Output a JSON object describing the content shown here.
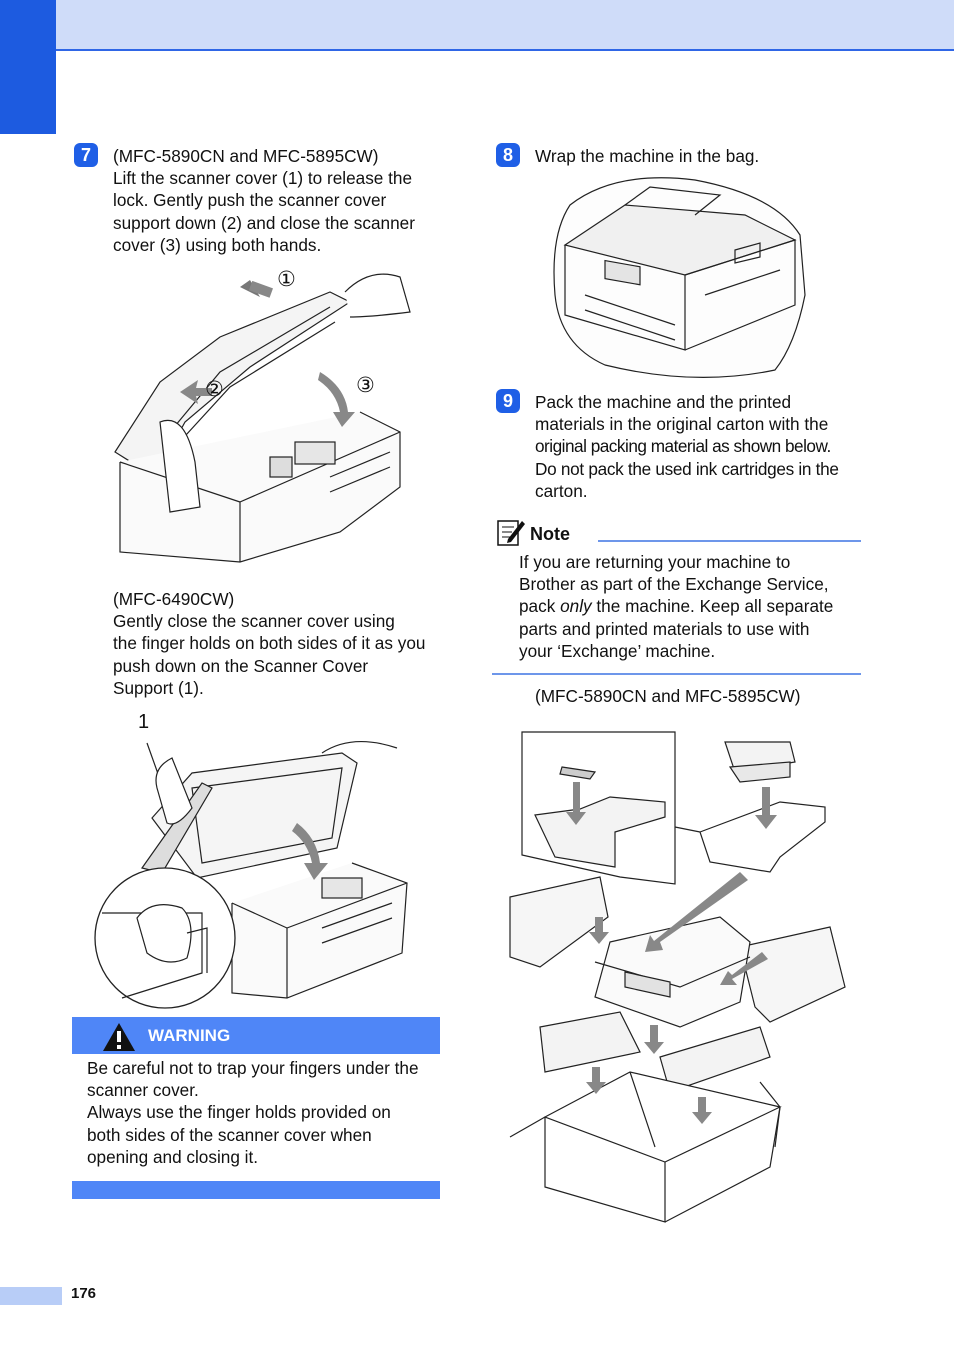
{
  "page_number": "176",
  "steps": {
    "s7": {
      "badge": "7",
      "lines": [
        "(MFC-5890CN and MFC-5895CW)",
        "Lift the scanner cover (1) to release the",
        "lock. Gently push the scanner cover",
        "support down (2) and close the scanner",
        "cover (3) using both hands."
      ],
      "callouts": [
        "①",
        "②",
        "③"
      ],
      "sub_lines": [
        "(MFC-6490CW)",
        "Gently close the scanner cover using",
        "the finger holds on both sides of it as you",
        "push down on the Scanner Cover",
        "Support (1)."
      ],
      "sub_callout": "1"
    },
    "s8": {
      "badge": "8",
      "lines": [
        "Wrap the machine in the bag."
      ]
    },
    "s9": {
      "badge": "9",
      "lines": [
        "Pack the machine and the printed",
        "materials in the original carton with the",
        "original packing material as shown below.",
        "Do not pack the used ink cartridges in the",
        "carton."
      ]
    }
  },
  "warning": {
    "label": "WARNING",
    "lines": [
      "Be careful not to trap your fingers under the",
      "scanner cover.",
      "Always use the finger holds provided on",
      "both sides of the scanner cover when",
      "opening and closing it."
    ]
  },
  "note": {
    "title": "Note",
    "lines": [
      [
        "If you are returning your machine to",
        ""
      ],
      [
        "Brother as part of the Exchange Service,",
        ""
      ],
      [
        "pack ",
        "only",
        " the machine. Keep all separate"
      ],
      [
        "parts and printed materials to use with",
        ""
      ],
      [
        "your ‘Exchange’ machine.",
        ""
      ]
    ]
  },
  "packing_caption": "(MFC-5890CN and MFC-5895CW)",
  "icons": {
    "warning": "warning-triangle-icon",
    "note": "note-pencil-icon"
  },
  "colors": {
    "accent": "#1f5fe6",
    "band": "#cfdcf9",
    "warning": "#4f86f7"
  }
}
